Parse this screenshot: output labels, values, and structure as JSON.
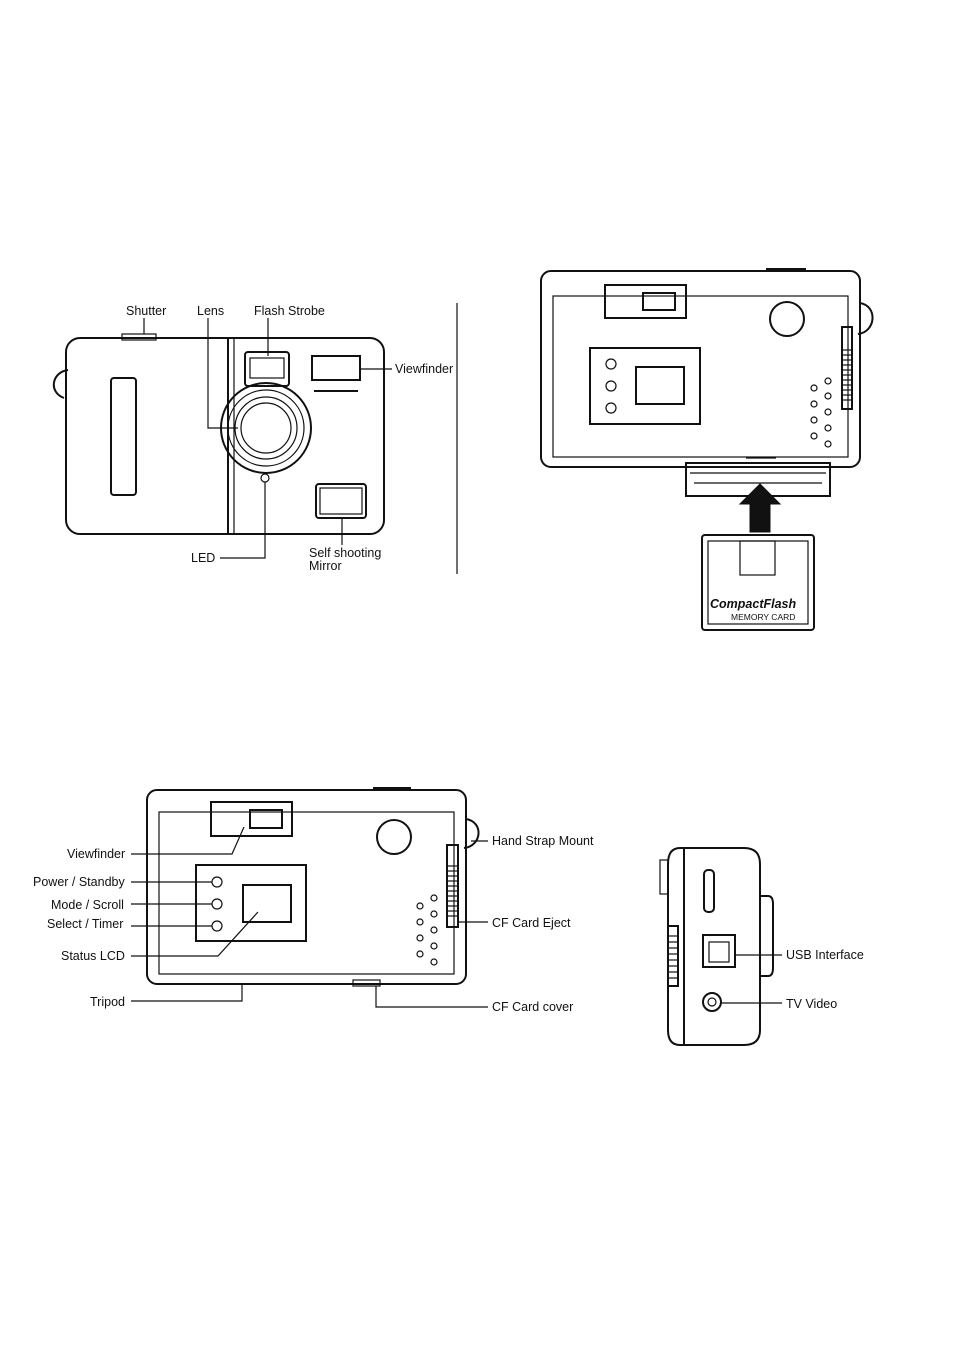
{
  "front": {
    "shutter": "Shutter",
    "lens": "Lens",
    "flash": "Flash Strobe",
    "viewfinder": "Viewfinder",
    "led": "LED",
    "mirror_1": "Self shooting",
    "mirror_2": "Mirror"
  },
  "card": {
    "brand": "CompactFlash",
    "sub": "MEMORY CARD"
  },
  "back": {
    "viewfinder": "Viewfinder",
    "power": "Power / Standby",
    "mode": "Mode / Scroll",
    "select": "Select / Timer",
    "status": "Status LCD",
    "tripod": "Tripod",
    "strap": "Hand Strap Mount",
    "eject": "CF Card Eject",
    "cover": "CF Card cover"
  },
  "side": {
    "usb": "USB Interface",
    "tv": "TV Video"
  }
}
